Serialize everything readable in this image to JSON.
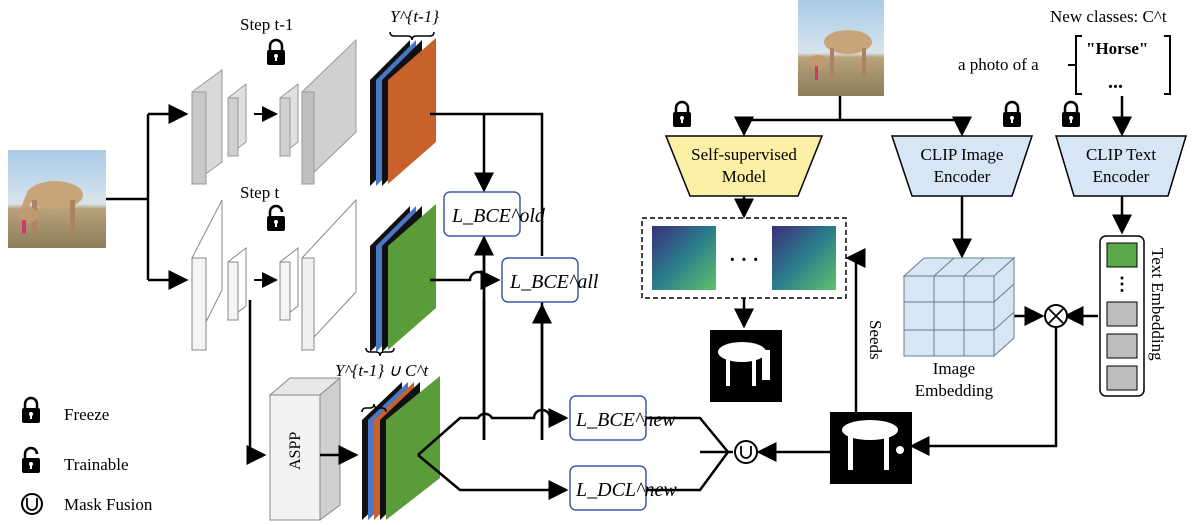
{
  "old_branch": {
    "step_label": "Step t-1",
    "output_label": "Y^{t-1}"
  },
  "new_branch": {
    "step_label": "Step t",
    "output_label": "Y^{t-1} ∪ C^t",
    "aspp_label": "ASPP"
  },
  "losses": {
    "bce_old": "L_BCE^old",
    "bce_all": "L_BCE^all",
    "bce_new": "L_BCE^new",
    "dcl_new": "L_DCL^new"
  },
  "right_pipeline": {
    "new_classes_label": "New classes: C^t",
    "prompt_prefix": "a photo of a",
    "prompt_class": "\"Horse\"",
    "prompt_more": "...",
    "self_supervised": "Self-supervised Model",
    "clip_image": "CLIP Image Encoder",
    "clip_text": "CLIP Text Encoder",
    "image_embedding": "Image Embedding",
    "text_embedding": "Text Embedding",
    "seeds": "Seeds",
    "ellipsis": "· · ·"
  },
  "legend": {
    "freeze": "Freeze",
    "trainable": "Trainable",
    "mask_fusion": "Mask Fusion"
  },
  "colors": {
    "orange": "#c8622a",
    "green": "#5a9b3a",
    "blue": "#4a78c8",
    "yellow": "#fdf0a6",
    "light_blue": "#d6e6f5",
    "horse_green": "#5aa84a"
  }
}
